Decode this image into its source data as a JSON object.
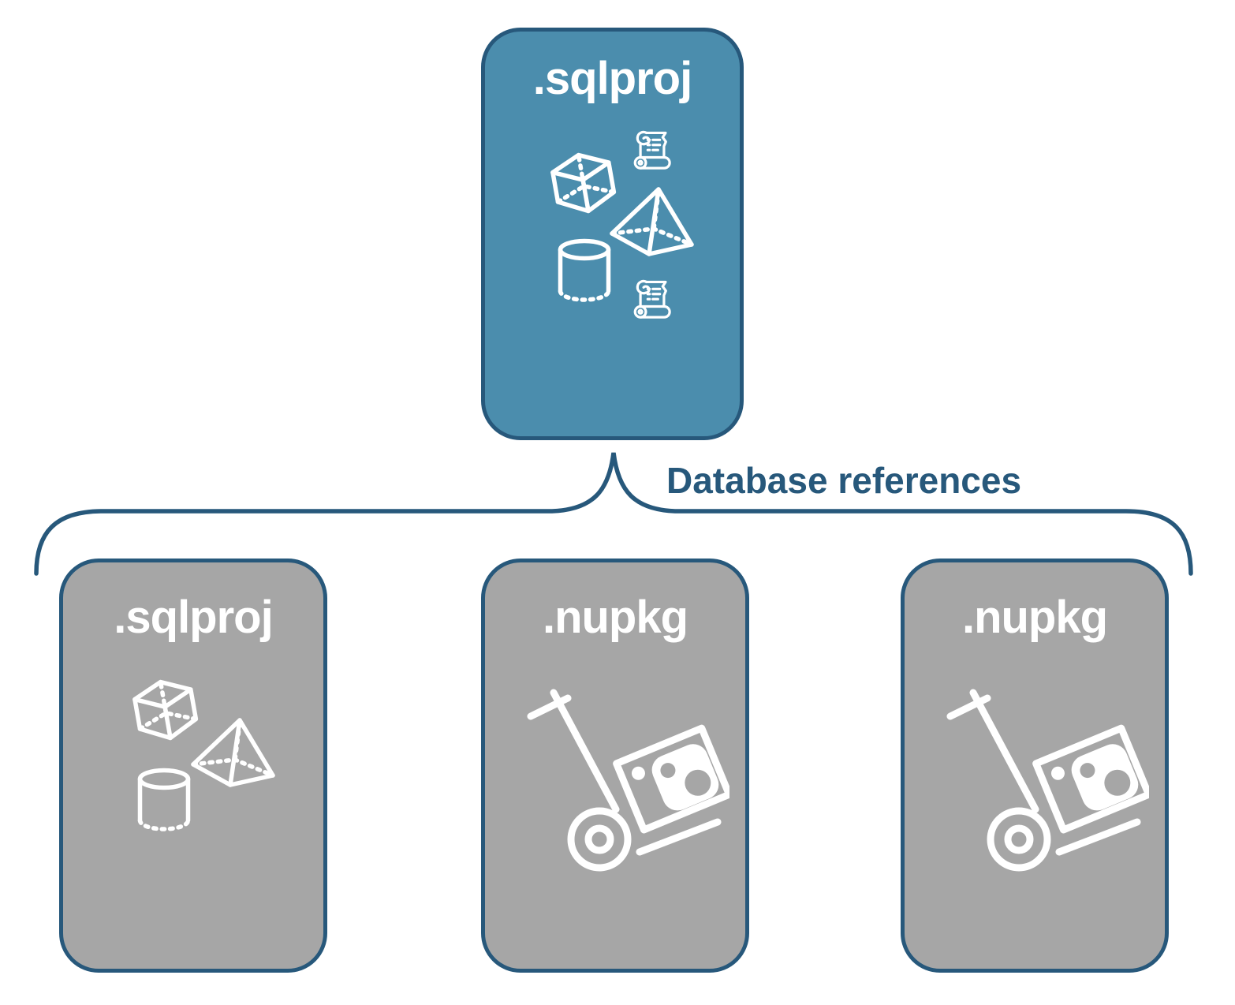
{
  "colors": {
    "background": "#ffffff",
    "parent_fill": "#4b8dad",
    "child_fill": "#a6a6a6",
    "outline": "#27587b",
    "icon_stroke": "#ffffff",
    "label_text": "#ffffff",
    "connector_label_color": "#27587b"
  },
  "parent_box": {
    "label": ".sqlproj",
    "icons": [
      "sql-script-scroll-icon",
      "cube-icon",
      "pyramid-icon",
      "database-cylinder-icon",
      "sql-script-scroll-icon"
    ]
  },
  "connector": {
    "label": "Database references"
  },
  "child_boxes": [
    {
      "label": ".sqlproj",
      "icons": [
        "cube-icon",
        "pyramid-icon",
        "database-cylinder-icon"
      ]
    },
    {
      "label": ".nupkg",
      "icons": [
        "nuget-package-hand-truck-icon"
      ]
    },
    {
      "label": ".nupkg",
      "icons": [
        "nuget-package-hand-truck-icon"
      ]
    }
  ]
}
